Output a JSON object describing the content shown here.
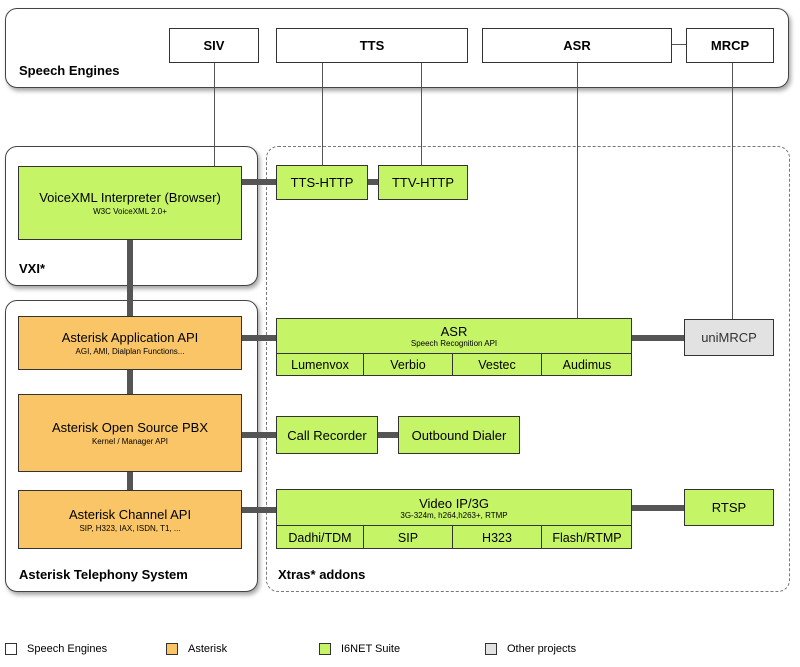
{
  "groups": {
    "speech_engines": "Speech Engines",
    "vxi": "VXI*",
    "asterisk": "Asterisk Telephony System",
    "xtras": "Xtras* addons"
  },
  "engines": {
    "siv": "SIV",
    "tts": "TTS",
    "asr": "ASR",
    "mrcp": "MRCP"
  },
  "vxml": {
    "title": "VoiceXML Interpreter (Browser)",
    "sub": "W3C VoiceXML 2.0+"
  },
  "tts_http": "TTS-HTTP",
  "ttv_http": "TTV-HTTP",
  "app_api": {
    "title": "Asterisk Application API",
    "sub": "AGI, AMI, Dialplan Functions..."
  },
  "pbx": {
    "title": "Asterisk Open Source PBX",
    "sub": "Kernel / Manager API"
  },
  "channel_api": {
    "title": "Asterisk Channel API",
    "sub": "SIP, H323, IAX, ISDN, T1, ..."
  },
  "asr_box": {
    "title": "ASR",
    "sub": "Speech Recognition API",
    "items": [
      "Lumenvox",
      "Verbio",
      "Vestec",
      "Audimus"
    ]
  },
  "unimrcp": "uniMRCP",
  "call_recorder": "Call Recorder",
  "outbound_dialer": "Outbound Dialer",
  "video": {
    "title": "Video IP/3G",
    "sub": "3G-324m, h264,h263+, RTMP",
    "items": [
      "Dadhi/TDM",
      "SIP",
      "H323",
      "Flash/RTMP"
    ]
  },
  "rtsp": "RTSP",
  "legend": {
    "speech": "Speech Engines",
    "asterisk": "Asterisk",
    "i6net": "I6NET Suite",
    "other": "Other projects"
  },
  "colors": {
    "green": "#c6f467",
    "orange": "#f9c566",
    "grey": "#e2e2e2",
    "white": "#ffffff"
  }
}
